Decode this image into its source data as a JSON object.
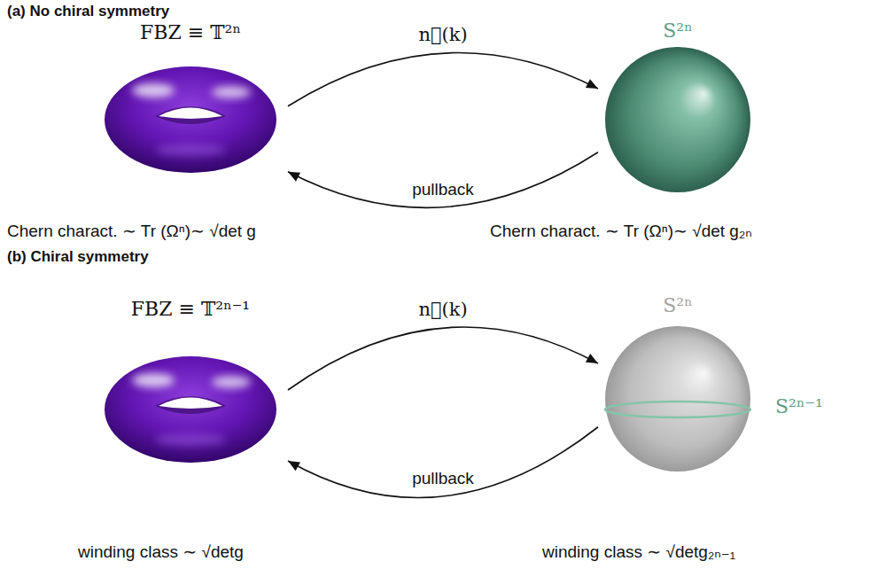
{
  "diagram": {
    "nodes": [
      {
        "text": [
          "FBZ ≡ 𝕋²ⁿ"
        ]
      },
      {
        "text": [
          "S²ⁿ"
        ]
      },
      {
        "text": [
          "FBZ ≡ 𝕋²ⁿ⁻¹"
        ]
      },
      {
        "text": [
          "S²ⁿ",
          "S²ⁿ⁻¹"
        ]
      }
    ],
    "edges": [
      {
        "from": 0,
        "to": 1,
        "label": "n⃗(k)",
        "arrow": "to"
      },
      {
        "from": 1,
        "to": 0,
        "label": "pullback",
        "arrow": "to"
      },
      {
        "from": 2,
        "to": 3,
        "label": "n⃗(k)",
        "arrow": "to"
      },
      {
        "from": 3,
        "to": 2,
        "label": "pullback",
        "arrow": "to"
      }
    ],
    "labels": [
      "(a) No chiral symmetry",
      "Chern charact. ∼ Tr (Ωⁿ)∼ √det g",
      "Chern charact. ∼ Tr (Ωⁿ)∼ √det g₂ₙ",
      "(b) Chiral symmetry",
      "winding class ∼ √detg",
      "winding class ∼ √detg₂ₙ₋₁"
    ]
  }
}
